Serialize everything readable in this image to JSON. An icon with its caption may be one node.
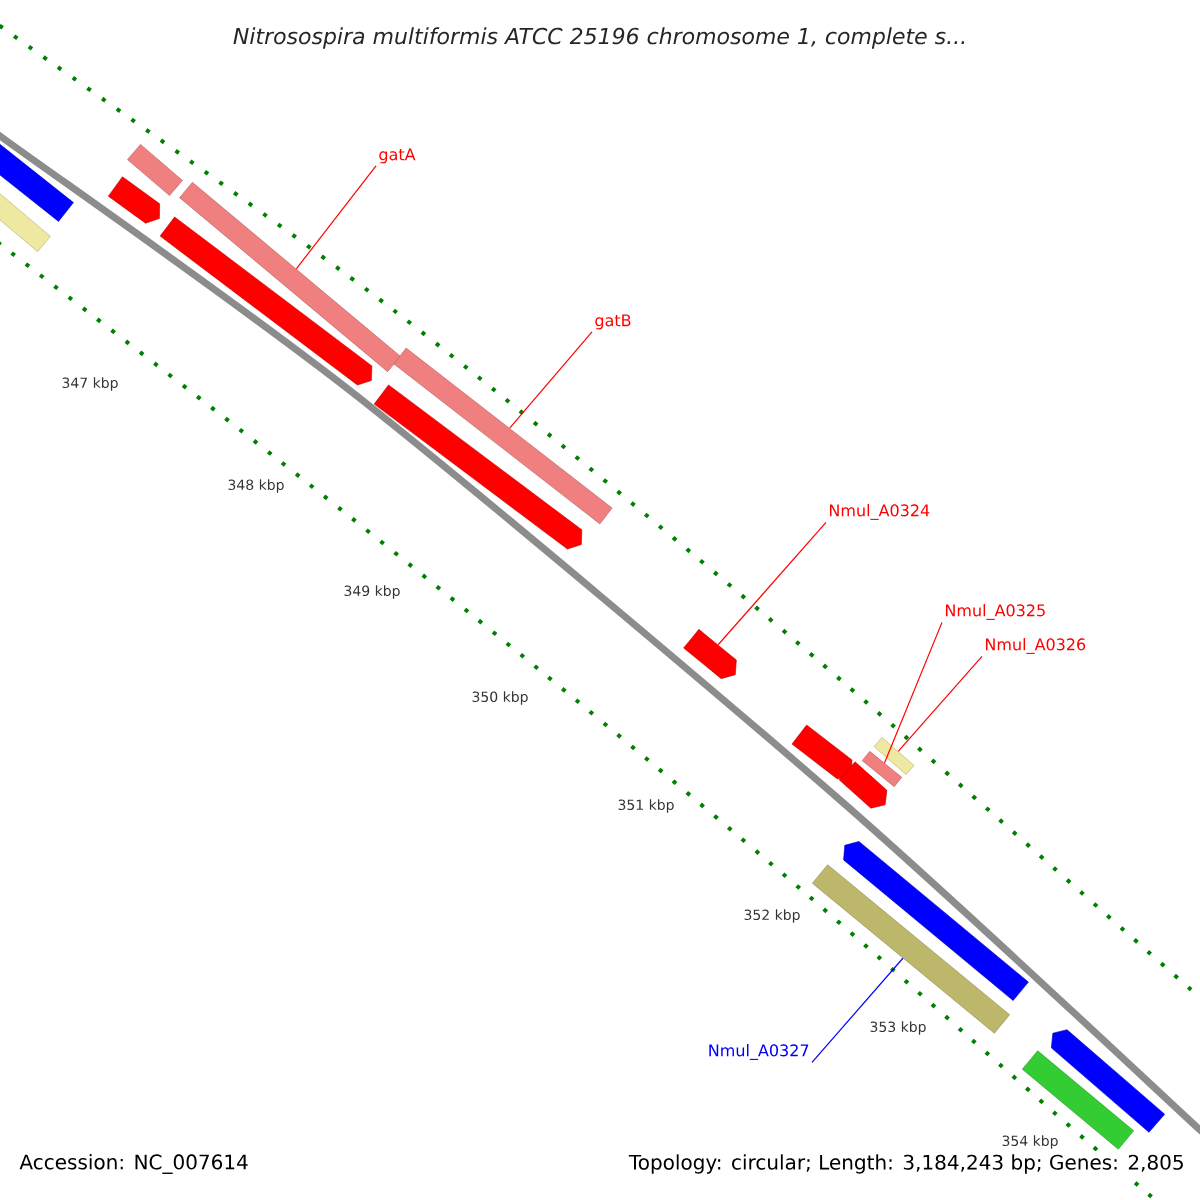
{
  "diagram": {
    "title": "Nitrosospira multiformis ATCC 25196 chromosome 1, complete s...",
    "nodes": [
      {
        "text": [
          "gatA"
        ]
      },
      {
        "text": [
          "gatB"
        ]
      },
      {
        "text": [
          "Nmul_A0324"
        ]
      },
      {
        "text": [
          "Nmul_A0325"
        ]
      },
      {
        "text": [
          "Nmul_A0326"
        ]
      },
      {
        "text": [
          "Nmul_A0327"
        ]
      },
      {
        "text": [],
        "shape": "bar"
      },
      {
        "text": [],
        "shape": "bar"
      },
      {
        "text": [],
        "shape": "bar"
      },
      {
        "text": [],
        "shape": "arrow"
      },
      {
        "text": [],
        "shape": "bar"
      },
      {
        "text": [],
        "shape": "arrow"
      },
      {
        "text": [],
        "shape": "bar"
      },
      {
        "text": [],
        "shape": "arrow"
      },
      {
        "text": [],
        "shape": "arrow"
      },
      {
        "text": [],
        "shape": "bar"
      },
      {
        "text": [],
        "shape": "bar"
      },
      {
        "text": [],
        "shape": "arrow"
      },
      {
        "text": [],
        "shape": "arrow"
      },
      {
        "text": [],
        "shape": "arrow"
      },
      {
        "text": [],
        "shape": "bar"
      },
      {
        "text": [],
        "shape": "arrow"
      },
      {
        "text": [],
        "shape": "bar"
      }
    ],
    "edges": [
      {
        "from": 0,
        "to": 10,
        "arrow": "none"
      },
      {
        "from": 1,
        "to": 12,
        "arrow": "none"
      },
      {
        "from": 2,
        "to": 14,
        "arrow": "none"
      },
      {
        "from": 3,
        "to": 16,
        "arrow": "none"
      },
      {
        "from": 4,
        "to": 15,
        "arrow": "none"
      },
      {
        "from": 5,
        "to": 20,
        "arrow": "none",
        "color": "#0000ff"
      }
    ],
    "labels": [
      "347 kbp",
      "348 kbp",
      "349 kbp",
      "350 kbp",
      "351 kbp",
      "352 kbp",
      "353 kbp",
      "354 kbp",
      "Accession: NC_007614",
      "Topology: circular; Length: 3,184,243 bp; Genes: 2,805"
    ]
  }
}
